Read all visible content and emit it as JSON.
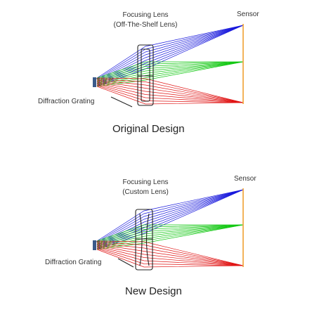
{
  "diagrams": [
    {
      "lens_label": "Focusing Lens",
      "lens_sublabel": "(Off-The-Shelf Lens)",
      "sensor_label": "Sensor",
      "grating_label": "Diffraction Grating",
      "caption": "Original Design"
    },
    {
      "lens_label": "Focusing Lens",
      "lens_sublabel": "(Custom Lens)",
      "sensor_label": "Sensor",
      "grating_label": "Diffraction Grating",
      "caption": "New Design"
    }
  ],
  "colors": {
    "blue_rays": "#1a1adc",
    "green_rays": "#14c814",
    "red_rays": "#e01414",
    "sensor": "#f0a030",
    "lens_outline": "#222222",
    "grating": "#3a5a8a"
  }
}
